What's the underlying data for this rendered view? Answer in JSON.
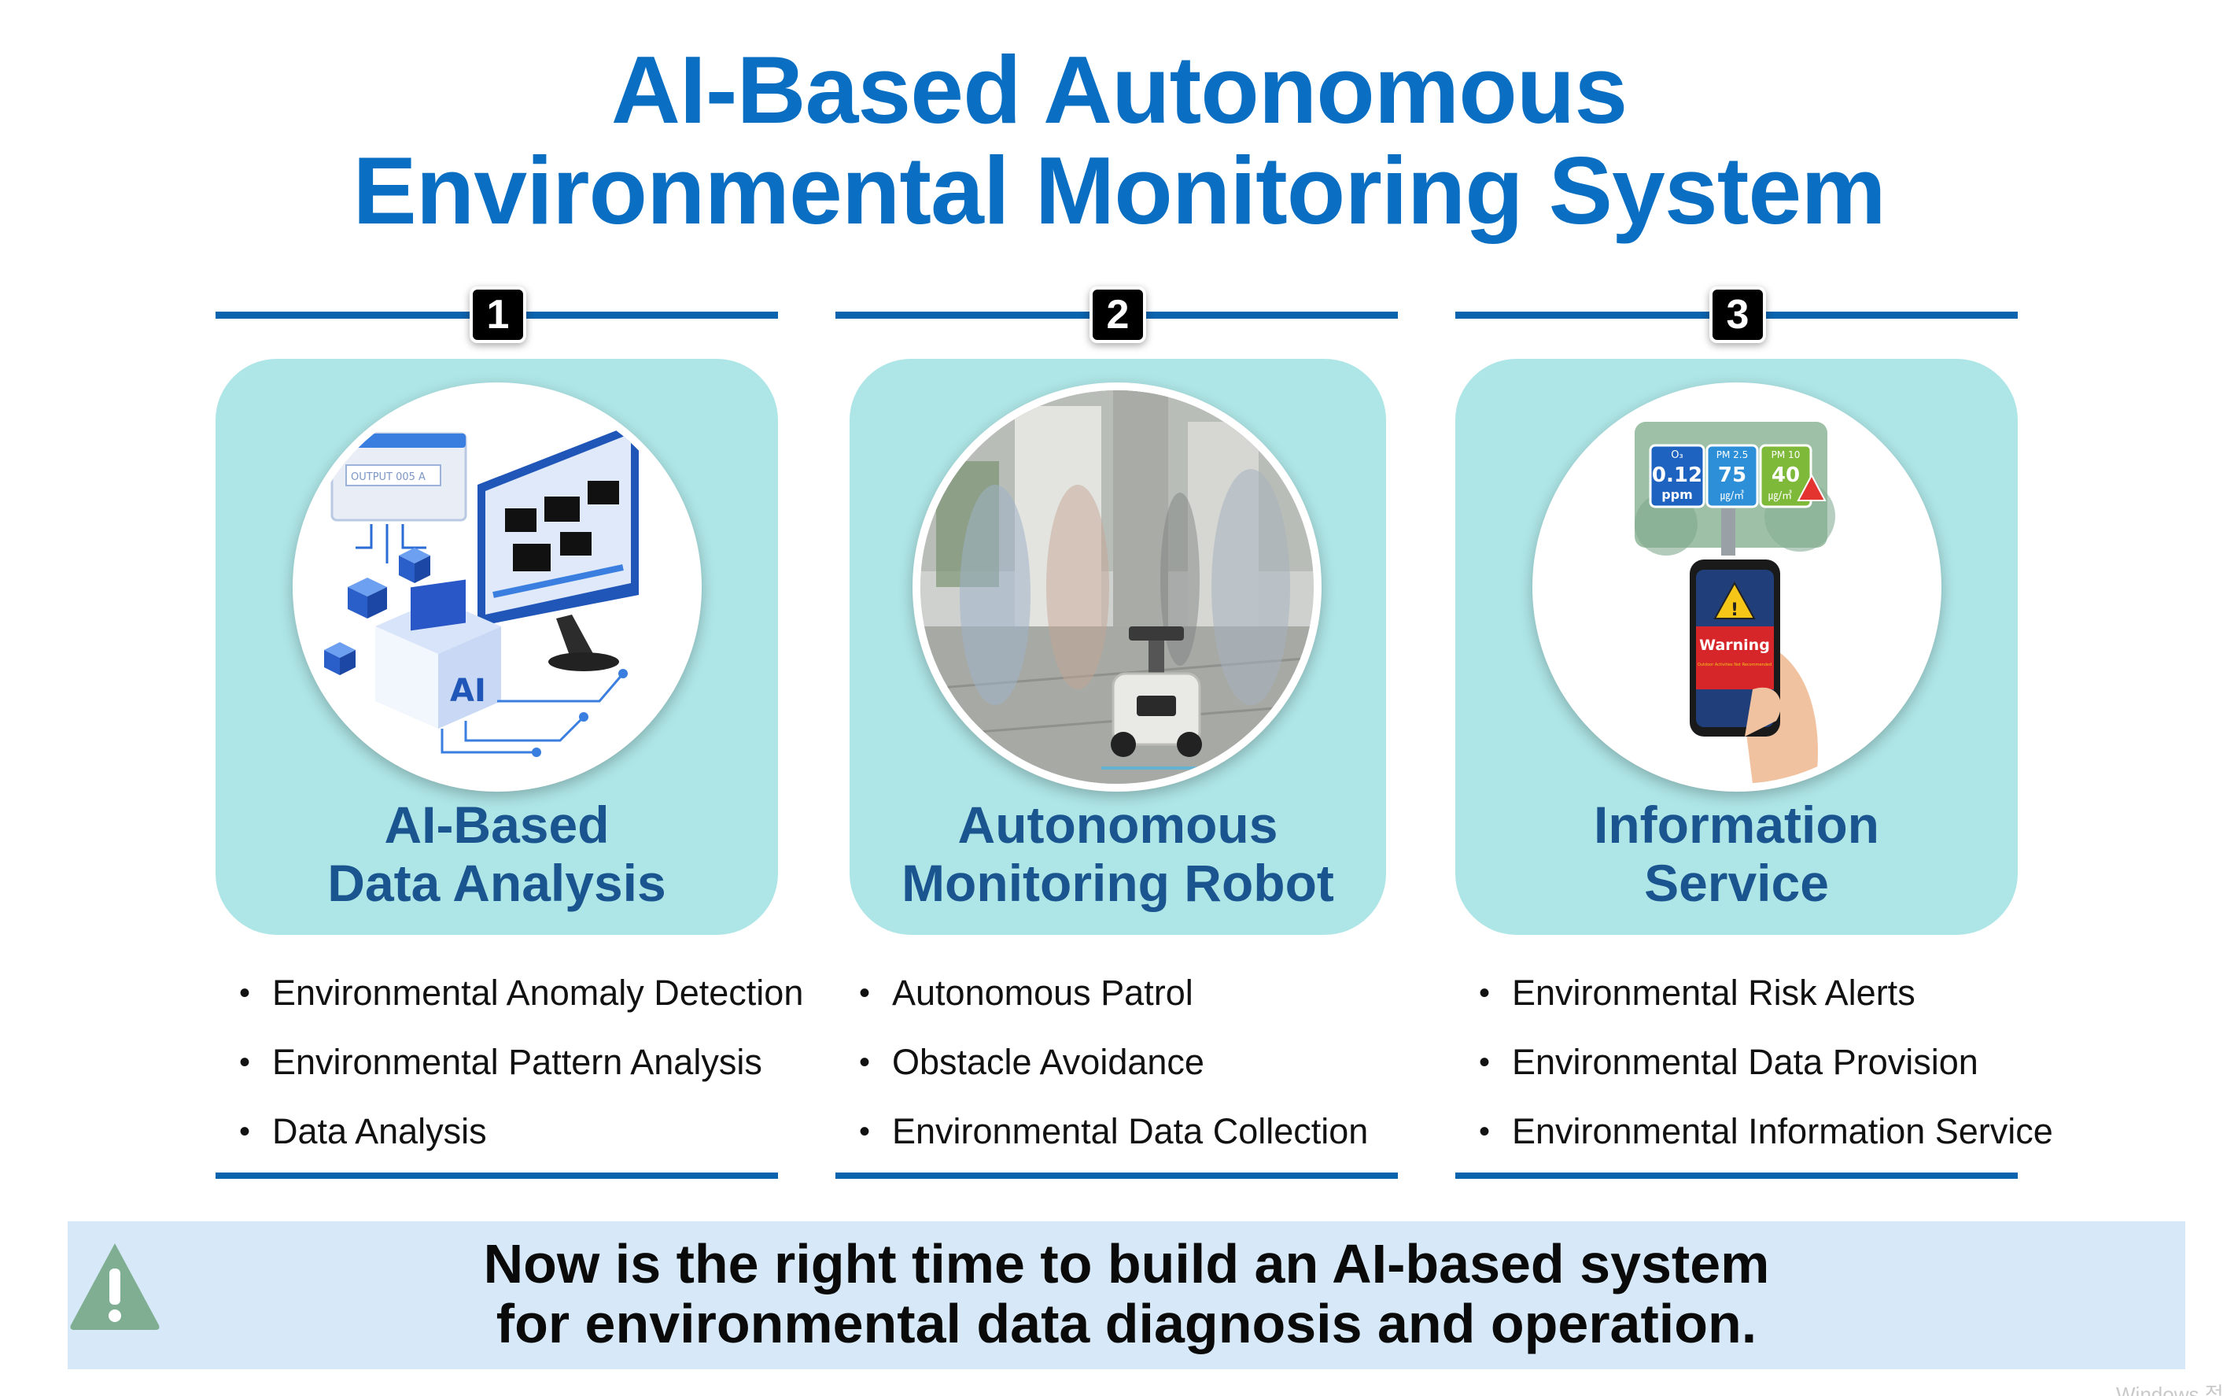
{
  "title": {
    "line1": "AI-Based Autonomous",
    "line2": "Environmental Monitoring System"
  },
  "columns": [
    {
      "number": "1",
      "title_line1": "AI-Based",
      "title_line2": "Data Analysis",
      "illustration_label": "OUTPUT 005 A",
      "ai_label": "AI",
      "items": [
        "Environmental Anomaly Detection",
        "Environmental Pattern Analysis",
        "Data Analysis"
      ]
    },
    {
      "number": "2",
      "title_line1": "Autonomous",
      "title_line2": "Monitoring Robot",
      "items": [
        "Autonomous Patrol",
        "Obstacle Avoidance",
        "Environmental Data Collection"
      ]
    },
    {
      "number": "3",
      "title_line1": "Information",
      "title_line2": "Service",
      "sign": {
        "o3_label": "O₃",
        "o3_value": "0.12",
        "o3_unit": "ppm",
        "pm25_label": "PM 2.5",
        "pm25_value": "75",
        "pm25_unit": "㎍/㎥",
        "pm10_label": "PM 10",
        "pm10_value": "40",
        "pm10_unit": "㎍/㎥"
      },
      "phone_warning": "Warning",
      "phone_subtext": "Outdoor Activities Not Recommended",
      "items": [
        "Environmental Risk Alerts",
        "Environmental Data Provision",
        "Environmental Information Service"
      ]
    }
  ],
  "banner": {
    "line1": "Now is the right time to build an AI-based system",
    "line2": "for environmental data diagnosis and operation."
  },
  "watermark": "Windows 정",
  "colors": {
    "title_blue": "#0a6fc2",
    "rule_blue": "#0a63ad",
    "card_teal": "#aee5e6",
    "card_title": "#1b5590",
    "banner_bg": "#d7e9f8",
    "alert_green": "#7fae92"
  }
}
